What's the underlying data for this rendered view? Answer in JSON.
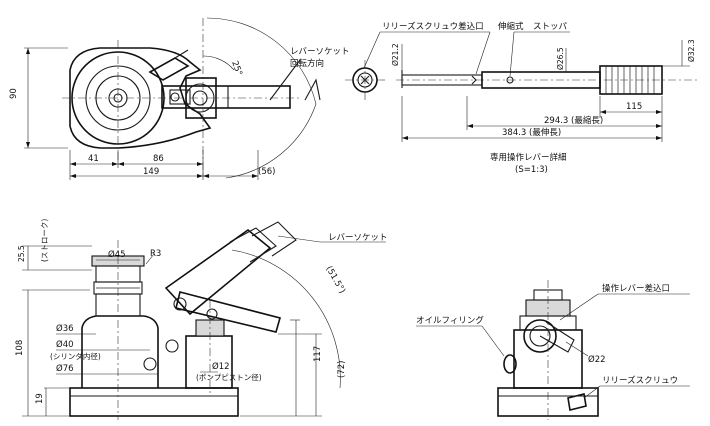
{
  "top_view": {
    "dim_height": "90",
    "dim_41": "41",
    "dim_86": "86",
    "dim_149": "149",
    "dim_56": "(56)",
    "angle": "25°",
    "rotation_label_line1": "レバーソケット",
    "rotation_label_line2": "回転方向"
  },
  "lever_detail": {
    "label_release_screw_insert": "リリーズスクリュウ差込口",
    "label_telescopic": "伸縮式",
    "label_stopper": "ストッパ",
    "dim_21_2": "Ø21.2",
    "dim_26_5": "Ø26.5",
    "dim_32_3": "Ø32.3",
    "dim_115": "115",
    "dim_294_3": "294.3 (最縮長)",
    "dim_384_3": "384.3 (最伸長)",
    "title": "専用操作レバー詳細",
    "scale": "(S=1:3)"
  },
  "front_view": {
    "stroke_value": "25.5",
    "stroke_label": "(ストローク)",
    "dim_phi45": "Ø45",
    "dim_r3": "R3",
    "dim_phi36": "Ø36",
    "dim_phi40": "Ø40",
    "cyl_inner_label": "(シリンダ内径)",
    "dim_phi76": "Ø76",
    "dim_108": "108",
    "dim_19": "19",
    "dim_phi12": "Ø12",
    "pump_piston_label": "(ポンプピストン径)",
    "dim_117": "117",
    "dim_51_5": "(51.5°)",
    "dim_72": "(72)",
    "lever_socket_label": "レバーソケット"
  },
  "side_view": {
    "lever_insert_label": "操作レバー差込口",
    "oil_filling_label": "オイルフィリング",
    "dim_phi22": "Ø22",
    "release_screw_label": "リリーズスクリュウ"
  }
}
